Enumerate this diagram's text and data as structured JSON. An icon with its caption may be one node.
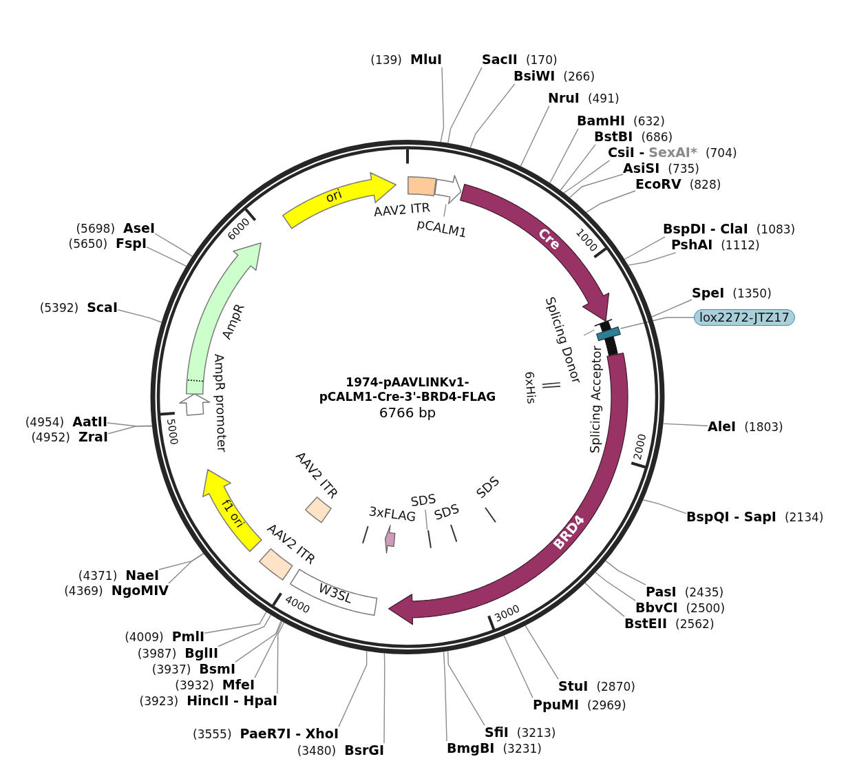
{
  "diagram": {
    "title": "1974-pAAVLINKv1- pCALM1-Cre-3'-BRD4-FLAG",
    "nodes": [
      {
        "text": [
          "ori"
        ]
      },
      {
        "text": [],
        "shape": "box",
        "beside": [
          "AAV2 ITR"
        ]
      },
      {
        "text": [],
        "shape": "arrow"
      },
      {
        "text": [
          "pCALM1"
        ]
      },
      {
        "text": [
          "Cre"
        ]
      },
      {
        "text": [
          "Splicing Donor"
        ]
      },
      {
        "text": [],
        "shape": "bar"
      },
      {
        "text": [],
        "shape": "box"
      },
      {
        "text": [
          "lox2272-JTZ17"
        ]
      },
      {
        "text": [],
        "shape": "bar",
        "beside": [
          "Splicing Acceptor"
        ]
      },
      {
        "text": [
          "BRD4"
        ]
      },
      {
        "text": [],
        "shape": "bar",
        "beside": [
          "6xHis"
        ]
      },
      {
        "text": [],
        "shape": "bar"
      },
      {
        "text": [],
        "shape": "bar",
        "beside": [
          "SDS"
        ]
      },
      {
        "text": [
          "SDS"
        ]
      },
      {
        "text": [],
        "shape": "bar"
      },
      {
        "text": [],
        "shape": "arrow",
        "beside": [
          "3xFLAG"
        ]
      },
      {
        "text": [],
        "shape": "bar"
      },
      {
        "text": [
          "W3SL"
        ]
      },
      {
        "text": [],
        "shape": "box",
        "beside": [
          "AAV2 ITR"
        ]
      },
      {
        "text": [],
        "shape": "box",
        "beside": [
          "AAV2 ITR"
        ]
      },
      {
        "text": [
          "f1 ori"
        ]
      },
      {
        "text": [],
        "shape": "arrow",
        "beside": [
          "AmpR promoter"
        ]
      },
      {
        "text": [],
        "shape": "arrow",
        "beside": [
          "AmpR"
        ]
      },
      {
        "text": [
          "(139)",
          "MluI"
        ]
      },
      {
        "text": [
          "SacII",
          "(170)"
        ]
      },
      {
        "text": [
          "BsiWI",
          "(266)"
        ]
      },
      {
        "text": [
          "NruI",
          "(491)"
        ]
      },
      {
        "text": [
          "BamHI",
          "(632)"
        ]
      },
      {
        "text": [
          "BstBI",
          "(686)"
        ]
      },
      {
        "text": [
          "CsiI -",
          "SexAI*",
          "(704)"
        ]
      },
      {
        "text": [
          "AsiSI",
          "(735)"
        ]
      },
      {
        "text": [
          "EcoRV",
          "(828)"
        ]
      },
      {
        "text": [
          "BspDI - ClaI",
          "(1083)"
        ]
      },
      {
        "text": [
          "PshAI",
          "(1112)"
        ]
      },
      {
        "text": [
          "SpeI",
          "(1350)"
        ]
      },
      {
        "text": [
          "AleI",
          "(1803)"
        ]
      },
      {
        "text": [
          "BspQI - SapI",
          "(2134)"
        ]
      },
      {
        "text": [
          "PasI",
          "(2435)"
        ]
      },
      {
        "text": [
          "BbvCI",
          "(2500)"
        ]
      },
      {
        "text": [
          "BstEII",
          "(2562)"
        ]
      },
      {
        "text": [
          "StuI",
          "(2870)"
        ]
      },
      {
        "text": [
          "PpuMI",
          "(2969)"
        ]
      },
      {
        "text": [
          "SfiI",
          "(3213)"
        ]
      },
      {
        "text": [
          "BmgBI",
          "(3231)"
        ]
      },
      {
        "text": [
          "(3480)",
          "BsrGI"
        ]
      },
      {
        "text": [
          "(3555)",
          "PaeR7I - XhoI"
        ]
      },
      {
        "text": [
          "(3923)",
          "HincII - HpaI"
        ]
      },
      {
        "text": [
          "(3932)",
          "MfeI"
        ]
      },
      {
        "text": [
          "(3937)",
          "BsmI"
        ]
      },
      {
        "text": [
          "(3987)",
          "BglII"
        ]
      },
      {
        "text": [
          "(4009)",
          "PmlI"
        ]
      },
      {
        "text": [
          "(4369)",
          "NgoMIV"
        ]
      },
      {
        "text": [
          "(4371)",
          "NaeI"
        ]
      },
      {
        "text": [
          "(4952)",
          "ZraI"
        ]
      },
      {
        "text": [
          "(4954)",
          "AatII"
        ]
      },
      {
        "text": [
          "(5392)",
          "ScaI"
        ]
      },
      {
        "text": [
          "(5650)",
          "FspI"
        ]
      },
      {
        "text": [
          "(5698)",
          "AseI"
        ]
      }
    ],
    "edges": [
      {
        "from": 3,
        "to": 2,
        "arrow": "none"
      },
      {
        "from": 5,
        "to": 6,
        "arrow": "none"
      },
      {
        "from": 8,
        "to": 7,
        "arrow": "none"
      },
      {
        "from": 14,
        "to": 15,
        "arrow": "none"
      },
      {
        "from": 24,
        "to": null,
        "arrow": "none"
      },
      {
        "from": 25,
        "to": null,
        "arrow": "none"
      },
      {
        "from": 26,
        "to": null,
        "arrow": "none"
      },
      {
        "from": 27,
        "to": null,
        "arrow": "none"
      },
      {
        "from": 28,
        "to": null,
        "arrow": "none"
      },
      {
        "from": 29,
        "to": null,
        "arrow": "none"
      },
      {
        "from": 30,
        "to": null,
        "arrow": "none"
      },
      {
        "from": 31,
        "to": null,
        "arrow": "none"
      },
      {
        "from": 32,
        "to": null,
        "arrow": "none"
      },
      {
        "from": 33,
        "to": null,
        "arrow": "none"
      },
      {
        "from": 34,
        "to": null,
        "arrow": "none"
      },
      {
        "from": 35,
        "to": null,
        "arrow": "none"
      },
      {
        "from": 36,
        "to": null,
        "arrow": "none"
      },
      {
        "from": 37,
        "to": null,
        "arrow": "none"
      },
      {
        "from": 38,
        "to": null,
        "arrow": "none"
      },
      {
        "from": 39,
        "to": null,
        "arrow": "none"
      },
      {
        "from": 40,
        "to": null,
        "arrow": "none"
      },
      {
        "from": 41,
        "to": null,
        "arrow": "none"
      },
      {
        "from": 42,
        "to": null,
        "arrow": "none"
      },
      {
        "from": 43,
        "to": null,
        "arrow": "none"
      },
      {
        "from": 44,
        "to": null,
        "arrow": "none"
      },
      {
        "from": 45,
        "to": null,
        "arrow": "none"
      },
      {
        "from": 46,
        "to": null,
        "arrow": "none"
      },
      {
        "from": 47,
        "to": null,
        "arrow": "none"
      },
      {
        "from": 48,
        "to": null,
        "arrow": "none"
      },
      {
        "from": 49,
        "to": null,
        "arrow": "none"
      },
      {
        "from": 50,
        "to": null,
        "arrow": "none"
      },
      {
        "from": 51,
        "to": null,
        "arrow": "none"
      },
      {
        "from": 52,
        "to": null,
        "arrow": "none"
      },
      {
        "from": 53,
        "to": null,
        "arrow": "none"
      },
      {
        "from": 54,
        "to": null,
        "arrow": "none"
      },
      {
        "from": 55,
        "to": null,
        "arrow": "none"
      },
      {
        "from": 56,
        "to": null,
        "arrow": "none"
      },
      {
        "from": 57,
        "to": null,
        "arrow": "none"
      },
      {
        "from": 58,
        "to": null,
        "arrow": "none"
      }
    ],
    "labels": [
      "1000",
      "2000",
      "3000",
      "4000",
      "5000",
      "6000",
      "6766 bp",
      "SDS"
    ]
  }
}
